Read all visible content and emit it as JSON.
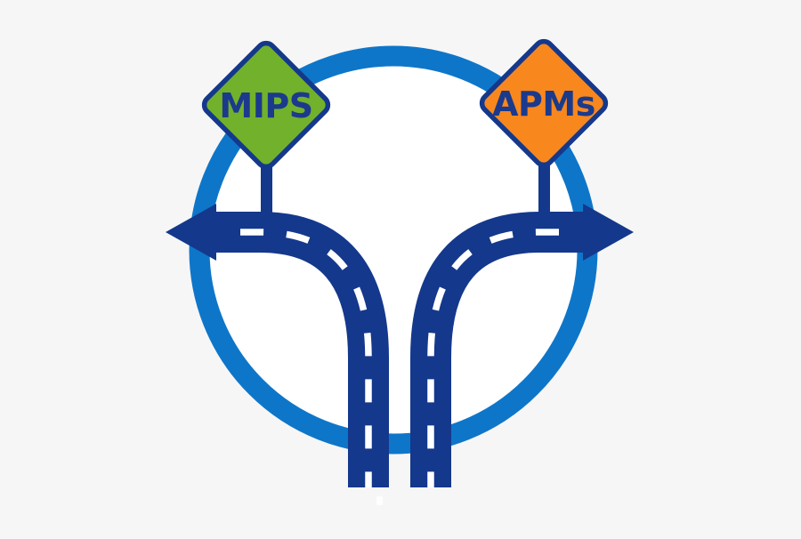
{
  "colors": {
    "bg": "#f6f6f6",
    "ring_blue": "#0e76c9",
    "circle_fill": "#ffffff",
    "road_navy": "#14388c",
    "sign_green": "#72b12b",
    "sign_orange": "#f8871e",
    "dash_white": "#ffffff",
    "label_navy": "#1b3a8c"
  },
  "signs": {
    "mips": {
      "label": "MIPS"
    },
    "apms": {
      "label": "APMs"
    }
  },
  "icons": {
    "left_arrow": "arrow-left-road",
    "right_arrow": "arrow-right-road",
    "mips_sign": "diamond-road-sign",
    "apms_sign": "diamond-road-sign",
    "circle": "ring-circle"
  }
}
